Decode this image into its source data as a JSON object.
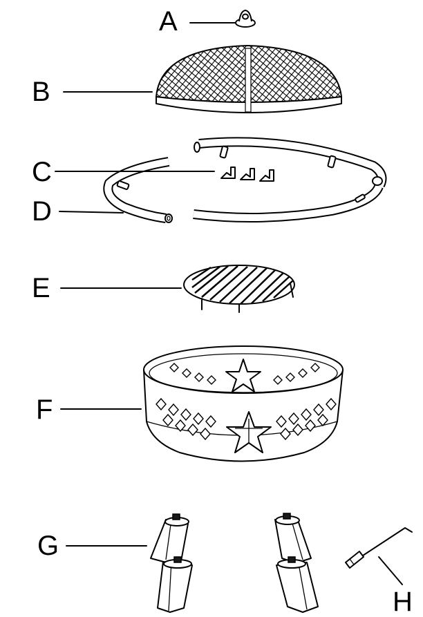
{
  "parts": [
    {
      "letter": "A"
    },
    {
      "letter": "B"
    },
    {
      "letter": "C"
    },
    {
      "letter": "D"
    },
    {
      "letter": "E"
    },
    {
      "letter": "F"
    },
    {
      "letter": "G"
    },
    {
      "letter": "H"
    }
  ]
}
